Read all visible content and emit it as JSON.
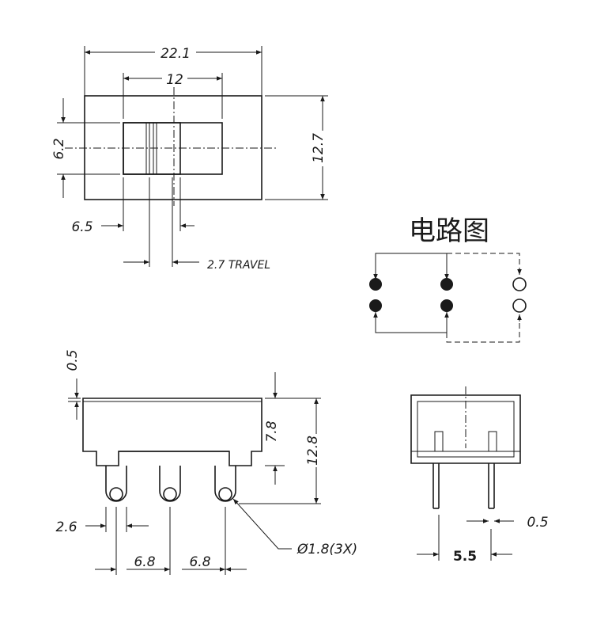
{
  "top_view": {
    "dim_overall_width": "22.1",
    "dim_slot_width": "12",
    "dim_slot_height": "6.2",
    "dim_overall_height": "12.7",
    "dim_actuator_offset": "6.5",
    "dim_travel": "2.7 TRAVEL"
  },
  "circuit": {
    "title": "电路图"
  },
  "front_view": {
    "dim_top_thickness": "0.5",
    "dim_body_height": "7.8",
    "dim_total_height": "12.8",
    "dim_pin_width": "2.6",
    "dim_pitch_1": "6.8",
    "dim_pitch_2": "6.8",
    "dim_hole": "Ø1.8(3X)"
  },
  "side_view": {
    "dim_pin_thickness": "0.5",
    "dim_pin_spacing": "5.5"
  }
}
